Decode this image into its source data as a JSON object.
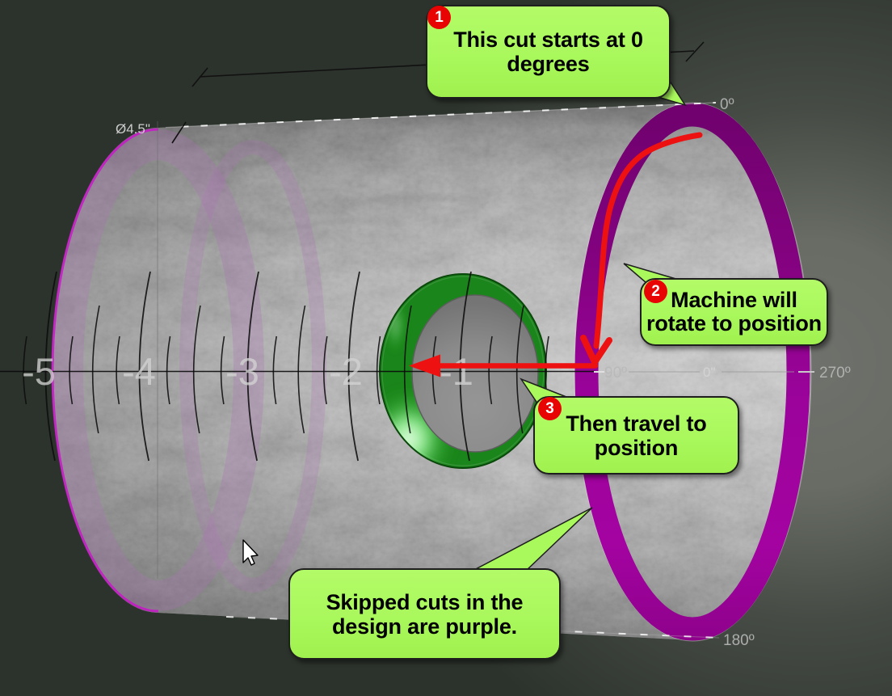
{
  "scene": {
    "diameter_label": "Ø4.5\"",
    "ruler_labels": [
      {
        "text": "-5"
      },
      {
        "text": "-4"
      },
      {
        "text": "-3"
      },
      {
        "text": "-2"
      },
      {
        "text": "-1"
      }
    ],
    "angle_labels": {
      "top": "0º",
      "front": "90º",
      "origin": "0\"",
      "back": "270º",
      "bottom": "180º"
    },
    "colors": {
      "background": "#3a403a",
      "skipped_cut_purple": "#8f018d",
      "active_cut_green": "#157d15",
      "arrow_red": "#ee1111",
      "callout_green": "#a9f85c"
    }
  },
  "callouts": [
    {
      "badge": "1",
      "line1": "This cut starts at 0",
      "line2": "degrees"
    },
    {
      "badge": "2",
      "line1": "Machine will",
      "line2": "rotate to position"
    },
    {
      "badge": "3",
      "line1": "Then travel to",
      "line2": "position"
    },
    {
      "badge": "",
      "line1": "Skipped cuts in the",
      "line2": "design are purple."
    }
  ]
}
